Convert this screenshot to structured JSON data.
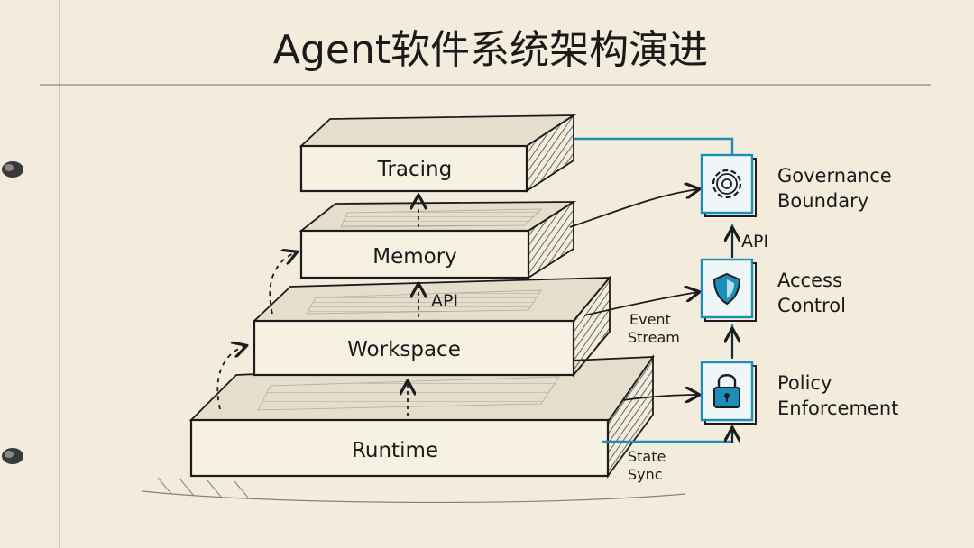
{
  "title": "Agent软件系统架构演进",
  "layers": {
    "tracing": "Tracing",
    "memory": "Memory",
    "workspace": "Workspace",
    "runtime": "Runtime"
  },
  "controls": {
    "governance": [
      "Governance",
      "Boundary"
    ],
    "access": [
      "Access",
      "Control"
    ],
    "policy": [
      "Policy",
      "Enforcement"
    ]
  },
  "labels": {
    "api_stack": "API",
    "api_side": "API",
    "event_stream": [
      "Event",
      "Stream"
    ],
    "state_sync": [
      "State",
      "Sync"
    ]
  },
  "icons": {
    "governance": "gear-icon",
    "access": "shield-icon",
    "policy": "lock-icon"
  },
  "colors": {
    "paper": "#f3ecdd",
    "ink": "#1c1c1c",
    "accent": "#1b8fb8",
    "slab_face": "#f7f1e4",
    "slab_top": "#e4dccb"
  }
}
